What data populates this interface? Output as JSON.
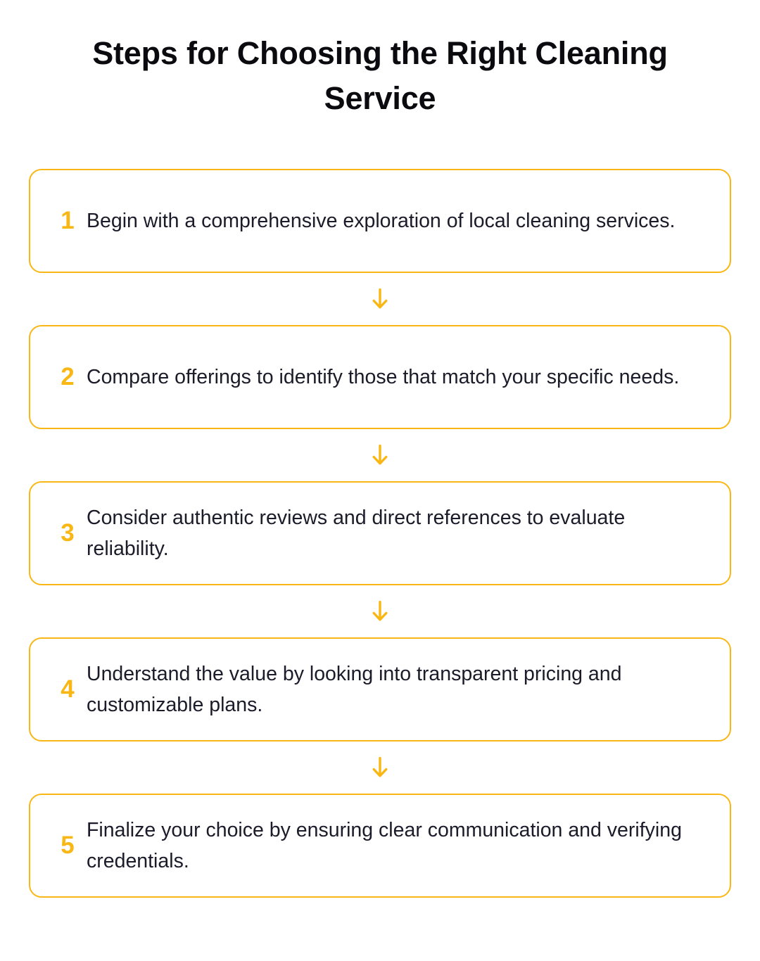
{
  "page": {
    "title": "Steps for Choosing the Right Cleaning Service",
    "background_color": "#FFFFFF",
    "accent_color": "#F9B715",
    "title_color": "#0B0B0F",
    "body_text_color": "#1B1B2A"
  },
  "connector": {
    "icon": "arrow-down-icon",
    "glyph": "↓",
    "color": "#F9B715"
  },
  "steps": [
    {
      "number": "1",
      "text": "Begin with a comprehensive exploration of local cleaning services."
    },
    {
      "number": "2",
      "text": "Compare offerings to identify those that match your specific needs."
    },
    {
      "number": "3",
      "text": "Consider authentic reviews and direct references to evaluate reliability."
    },
    {
      "number": "4",
      "text": "Understand the value by looking into transparent pricing and customizable plans."
    },
    {
      "number": "5",
      "text": "Finalize your choice by ensuring clear communication and verifying credentials."
    }
  ]
}
